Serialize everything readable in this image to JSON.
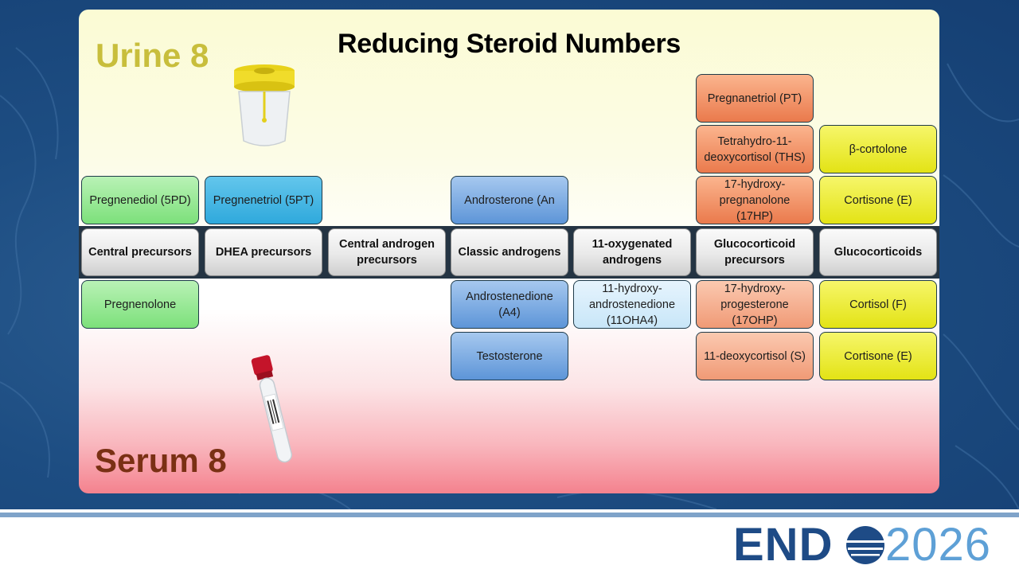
{
  "title": "Reducing Steroid Numbers",
  "urine_label": "Urine 8",
  "serum_label": "Serum 8",
  "categories": [
    "Central precursors",
    "DHEA precursors",
    "Central androgen precursors",
    "Classic androgens",
    "11-oxygenated androgens",
    "Glucocorticoid precursors",
    "Glucocorticoids"
  ],
  "urine": {
    "central_precursors": [
      "Pregnenediol (5PD)"
    ],
    "dhea_precursors": [
      "Pregnenetriol (5PT)"
    ],
    "classic_androgens": [
      "Androsterone (An"
    ],
    "glucocorticoid_precursors": [
      "Pregnanetriol (PT)",
      "Tetrahydro-11-deoxycortisol (THS)",
      "17-hydroxy-pregnanolone (17HP)"
    ],
    "glucocorticoids": [
      "β-cortolone",
      "Cortisone (E)"
    ]
  },
  "serum": {
    "central_precursors": [
      "Pregnenolone"
    ],
    "classic_androgens": [
      "Androstenedione (A4)",
      "Testosterone"
    ],
    "oxygenated_androgens": [
      "11-hydroxy-androstenedione (11OHA4)"
    ],
    "glucocorticoid_precursors": [
      "17-hydroxy-progesterone (17OHP)",
      "11-deoxycortisol (S)"
    ],
    "glucocorticoids": [
      "Cortisol (F)",
      "Cortisone (E)"
    ]
  },
  "logo": {
    "name": "END",
    "year": "2026"
  },
  "colors": {
    "central": "#7ce07b",
    "dhea": "#2fa9dc",
    "classic": "#5d95d8",
    "oxygenated": "#c8e6f8",
    "gluco_precursor": "#ea7a4c",
    "gluco": "#e3e315",
    "urine_label": "#c8be3c",
    "serum_label": "#7a3014",
    "logo_dark": "#1e4b86",
    "logo_light": "#5ea0d6"
  }
}
